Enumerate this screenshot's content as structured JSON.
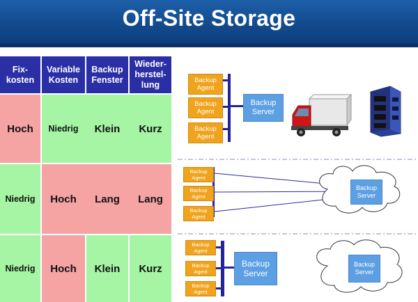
{
  "title": "Off-Site Storage",
  "table": {
    "headers": [
      "Fix-\nkosten",
      "Variable\nKosten",
      "Backup\nFenster",
      "Wieder-\nherstel-\nlung"
    ],
    "rows": [
      [
        "Hoch",
        "Niedrig",
        "Klein",
        "Kurz"
      ],
      [
        "Niedrig",
        "Hoch",
        "Lang",
        "Lang"
      ],
      [
        "Niedrig",
        "Hoch",
        "Klein",
        "Kurz"
      ]
    ]
  },
  "diagrams": {
    "agent_label": "Backup\nAgent",
    "server_label": "Backup\nServer"
  },
  "colors": {
    "header_bg": "#12498c",
    "table_header": "#2b2fa6",
    "green": "#a6f5a4",
    "red": "#f5a3a3",
    "agent": "#f0a31c",
    "server": "#5d9fe3",
    "bus": "#23239a",
    "separator": "#7f8fc8"
  },
  "icons": [
    "truck-icon",
    "building-icon",
    "cloud-icon"
  ]
}
